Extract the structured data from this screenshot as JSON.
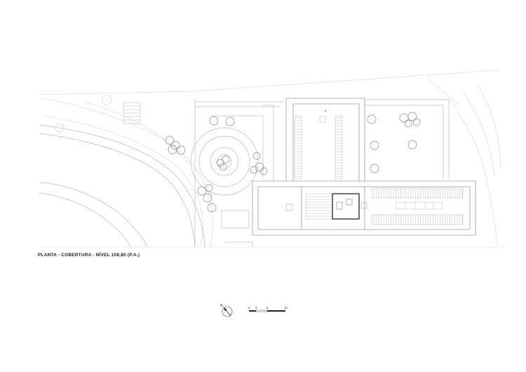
{
  "drawing": {
    "caption": "PLANTA - COBERTURA - NÍVEL 108,80 (P.A.)",
    "north_label": "N",
    "scale_labels": [
      "0",
      "3",
      "6",
      "12"
    ]
  },
  "colors": {
    "light_line": "#c9c9c9",
    "medium_line": "#9a9a9a",
    "dark_line": "#222222",
    "text": "#222222"
  }
}
